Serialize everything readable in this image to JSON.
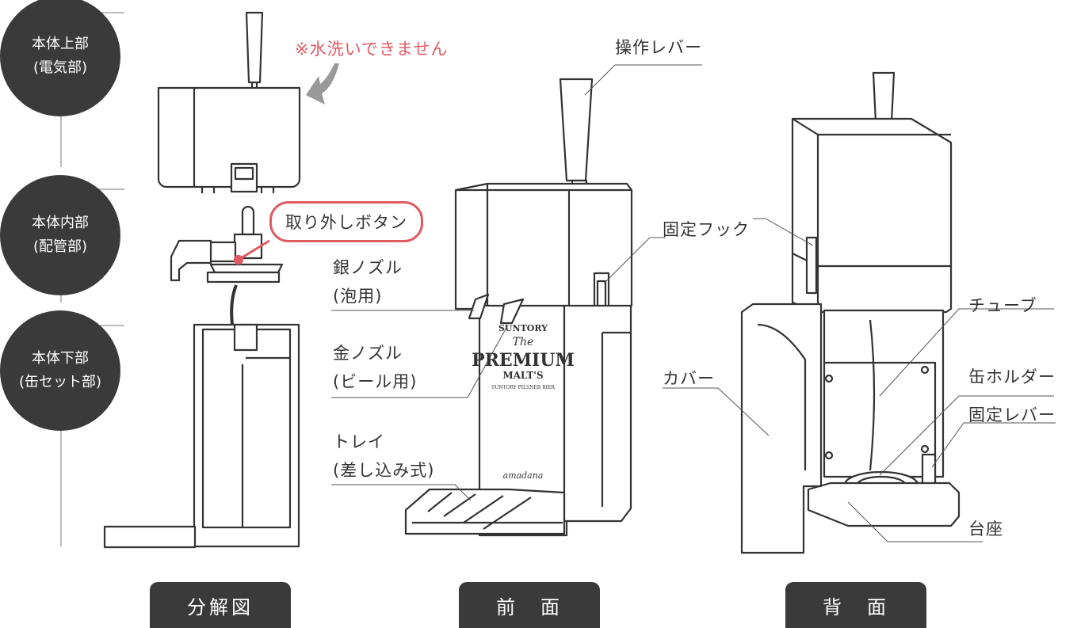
{
  "sections": {
    "upper": [
      "本体上部",
      "(電気部)"
    ],
    "inner": [
      "本体内部",
      "(配管部)"
    ],
    "lower": [
      "本体下部",
      "(缶セット部)"
    ]
  },
  "warning": "※水洗いできません",
  "release_button": "取り外しボタン",
  "front_labels": {
    "lever": "操作レバー",
    "hook": "固定フック",
    "silver_nozzle": [
      "銀ノズル",
      "(泡用)"
    ],
    "gold_nozzle": [
      "金ノズル",
      "(ビール用)"
    ],
    "tray": [
      "トレイ",
      "(差し込み式)"
    ]
  },
  "back_labels": {
    "cover": "カバー",
    "tube": "チューブ",
    "can_holder": "缶ホルダー",
    "fix_lever": "固定レバー",
    "base": "台座"
  },
  "brand": {
    "suntory": "SUNTORY",
    "the": "The",
    "premium": "PREMIUM",
    "malts": "MALT'S",
    "pilsner": "SUNTORY PILSNER BIER",
    "amadana": "amadana"
  },
  "tabs": {
    "exploded": "分解図",
    "front": "前　面",
    "back": "背　面"
  },
  "colors": {
    "dark": "#3a3a3a",
    "accent": "#e05a63",
    "line": "#555555"
  }
}
